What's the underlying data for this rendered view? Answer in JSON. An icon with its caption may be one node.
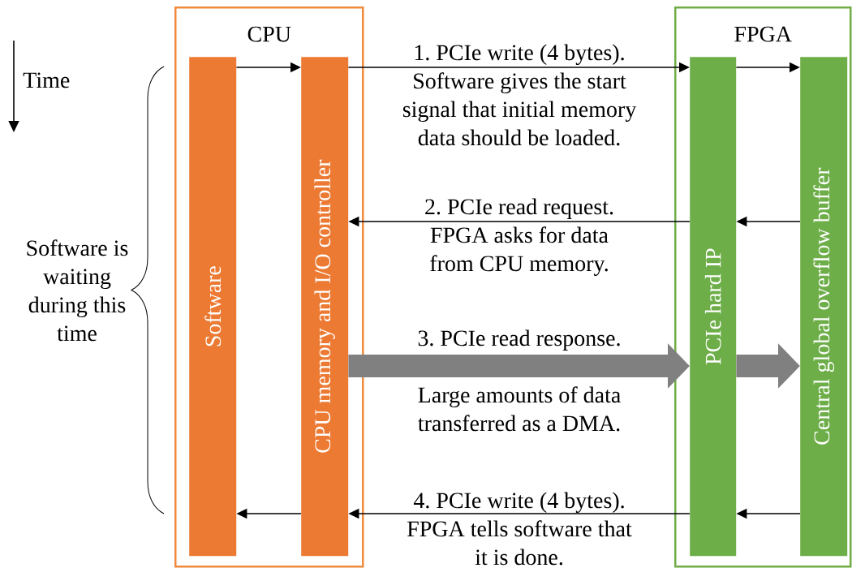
{
  "diagram": {
    "nodes": [
      {
        "text": [
          "CPU"
        ]
      },
      {
        "text": [
          "Software"
        ],
        "in": 0
      },
      {
        "text": [
          "CPU memory and I/O controller"
        ],
        "in": 0
      },
      {
        "text": [
          "FPGA"
        ]
      },
      {
        "text": [
          "PCIe hard IP"
        ],
        "in": 3
      },
      {
        "text": [
          "Central global overflow buffer"
        ],
        "in": 3
      }
    ],
    "edges": [
      {
        "from": 1,
        "to": 2,
        "arrow": "to"
      },
      {
        "from": 2,
        "to": 4,
        "arrow": "to",
        "label": "1. PCIe write (4 bytes). Software gives the start signal that initial memory data should be loaded."
      },
      {
        "from": 4,
        "to": 5,
        "arrow": "to"
      },
      {
        "from": 5,
        "to": 4,
        "arrow": "to"
      },
      {
        "from": 4,
        "to": 2,
        "arrow": "to",
        "label": "2. PCIe read request. FPGA asks for data from CPU memory."
      },
      {
        "from": 2,
        "to": 4,
        "arrow": "to",
        "label": "3. PCIe read response.",
        "style": "thick",
        "color": "#808080"
      },
      {
        "from": 4,
        "to": 5,
        "arrow": "to",
        "style": "thick",
        "color": "#808080"
      },
      {
        "from": 5,
        "to": 4,
        "arrow": "to"
      },
      {
        "from": 4,
        "to": 2,
        "arrow": "to",
        "label": "4. PCIe write (4 bytes). FPGA tells software that it is done."
      },
      {
        "from": 2,
        "to": 1,
        "arrow": "to"
      }
    ],
    "labels": [
      "Time",
      "Software is waiting during this time",
      "Large amounts of data transferred as a DMA."
    ]
  }
}
